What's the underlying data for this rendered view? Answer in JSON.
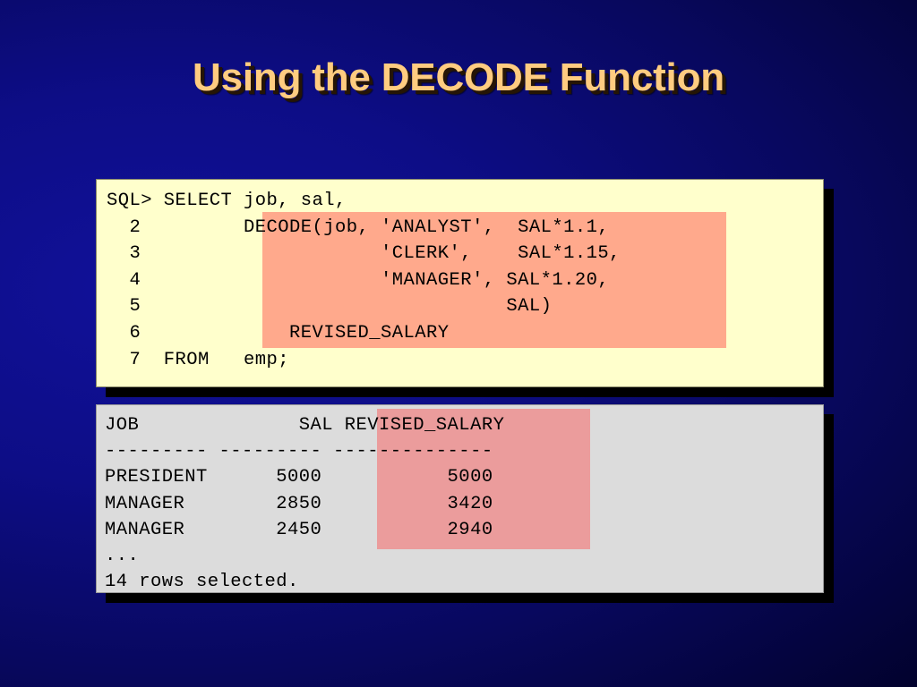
{
  "slide": {
    "title": "Using the DECODE Function",
    "background_color": "#0d0d86",
    "title_color": "#ffcc80"
  },
  "sql_panel": {
    "name": "sql-statement",
    "background_color": "#ffffcc",
    "highlight_color": "#ffa98c",
    "lines": [
      "SQL> SELECT job, sal,",
      "  2         DECODE(job, 'ANALYST',  SAL*1.1,",
      "  3                     'CLERK',    SAL*1.15,",
      "  4                     'MANAGER', SAL*1.20,",
      "  5                                SAL)",
      "  6             REVISED_SALARY",
      "  7  FROM   emp;"
    ],
    "full_text": "SQL> SELECT job, sal,\n  2         DECODE(job, 'ANALYST',  SAL*1.1,\n  3                     'CLERK',    SAL*1.15,\n  4                     'MANAGER', SAL*1.20,\n  5                                SAL)\n  6             REVISED_SALARY\n  7  FROM   emp;"
  },
  "output_panel": {
    "name": "query-result",
    "background_color": "#dcdcdc",
    "highlight_color": "#eb9c9c",
    "columns": [
      "JOB",
      "SAL",
      "REVISED_SALARY"
    ],
    "separator": [
      "---------",
      "---------",
      "--------------"
    ],
    "rows": [
      [
        "PRESIDENT",
        "5000",
        "5000"
      ],
      [
        "MANAGER",
        "2850",
        "3420"
      ],
      [
        "MANAGER",
        "2450",
        "2940"
      ]
    ],
    "ellipsis": "...",
    "footer": "14 rows selected.",
    "lines": [
      "JOB              SAL REVISED_SALARY",
      "--------- --------- --------------",
      "PRESIDENT      5000           5000",
      "MANAGER        2850           3420",
      "MANAGER        2450           2940",
      "...",
      "14 rows selected."
    ],
    "full_text": "JOB              SAL REVISED_SALARY\n--------- --------- --------------\nPRESIDENT      5000           5000\nMANAGER        2850           3420\nMANAGER        2450           2940\n...\n14 rows selected."
  }
}
